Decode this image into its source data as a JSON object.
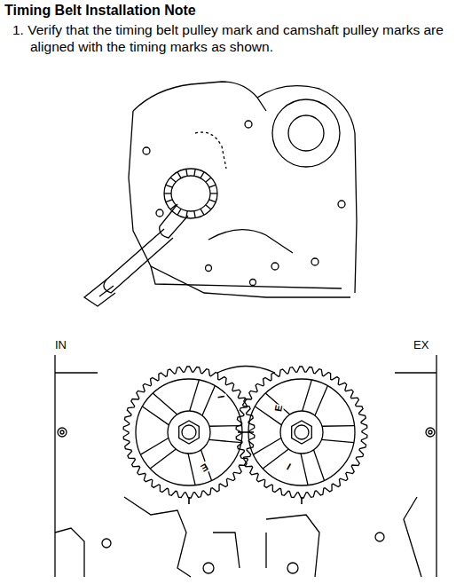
{
  "diagram": {
    "title": "Timing Belt Installation Note",
    "labels": [
      "1. Verify that the timing belt pulley mark and camshaft pulley marks are aligned with the timing marks as shown.",
      "IN",
      "EX",
      "I",
      "E",
      "E",
      "I"
    ]
  }
}
